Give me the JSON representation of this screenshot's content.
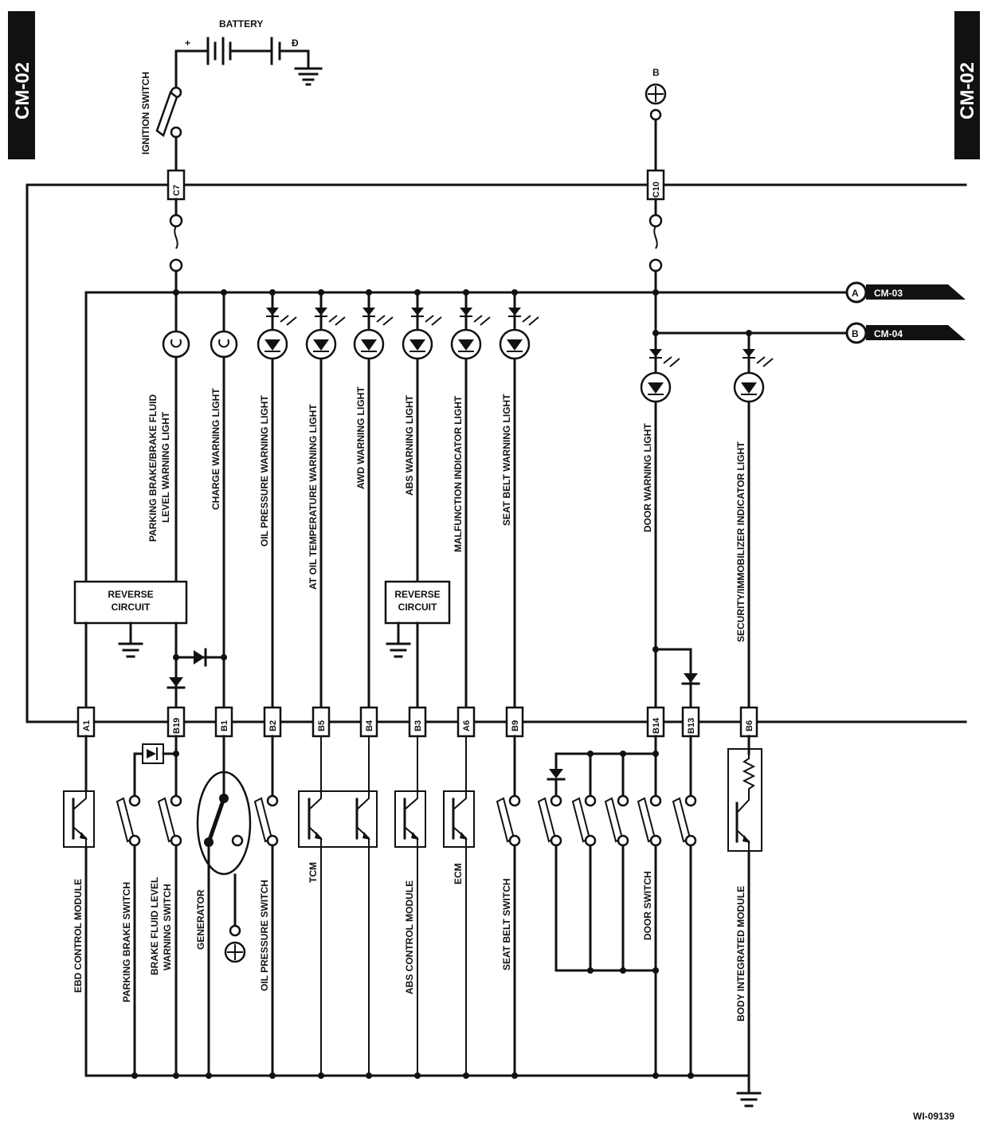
{
  "side_tab_left": "CM-02",
  "side_tab_right": "CM-02",
  "battery_label": "BATTERY",
  "battery_plus": "+",
  "battery_minus": "Đ",
  "ignition_switch_label": "IGNITION SWITCH",
  "b_supply_label": "B",
  "connector_top": [
    "C7",
    "C10"
  ],
  "offpage": [
    {
      "letter": "A",
      "ref": "CM-03"
    },
    {
      "letter": "B",
      "ref": "CM-04"
    }
  ],
  "lights": [
    "PARKING BRAKE/BRAKE FLUID",
    "LEVEL WARNING LIGHT",
    "CHARGE WARNING LIGHT",
    "OIL PRESSURE WARNING LIGHT",
    "AT OIL TEMPERATURE WARNING LIGHT",
    "AWD WARNING LIGHT",
    "ABS WARNING LIGHT",
    "MALFUNCTION INDICATOR LIGHT",
    "SEAT BELT WARNING LIGHT",
    "DOOR WARNING LIGHT",
    "SECURITY/IMMOBILIZER INDICATOR LIGHT"
  ],
  "reverse_circuit": [
    "REVERSE",
    "CIRCUIT"
  ],
  "connectors_bottom": [
    "A1",
    "B19",
    "B1",
    "B2",
    "B5",
    "B4",
    "B3",
    "A6",
    "B9",
    "B14",
    "B13",
    "B6"
  ],
  "components": [
    "EBD CONTROL MODULE",
    "PARKING BRAKE SWITCH",
    "BRAKE FLUID LEVEL",
    "WARNING SWITCH",
    "GENERATOR",
    "OIL PRESSURE SWITCH",
    "TCM",
    "ABS CONTROL MODULE",
    "ECM",
    "SEAT BELT SWITCH",
    "DOOR SWITCH",
    "BODY INTEGRATED MODULE"
  ],
  "figure_id": "WI-09139"
}
